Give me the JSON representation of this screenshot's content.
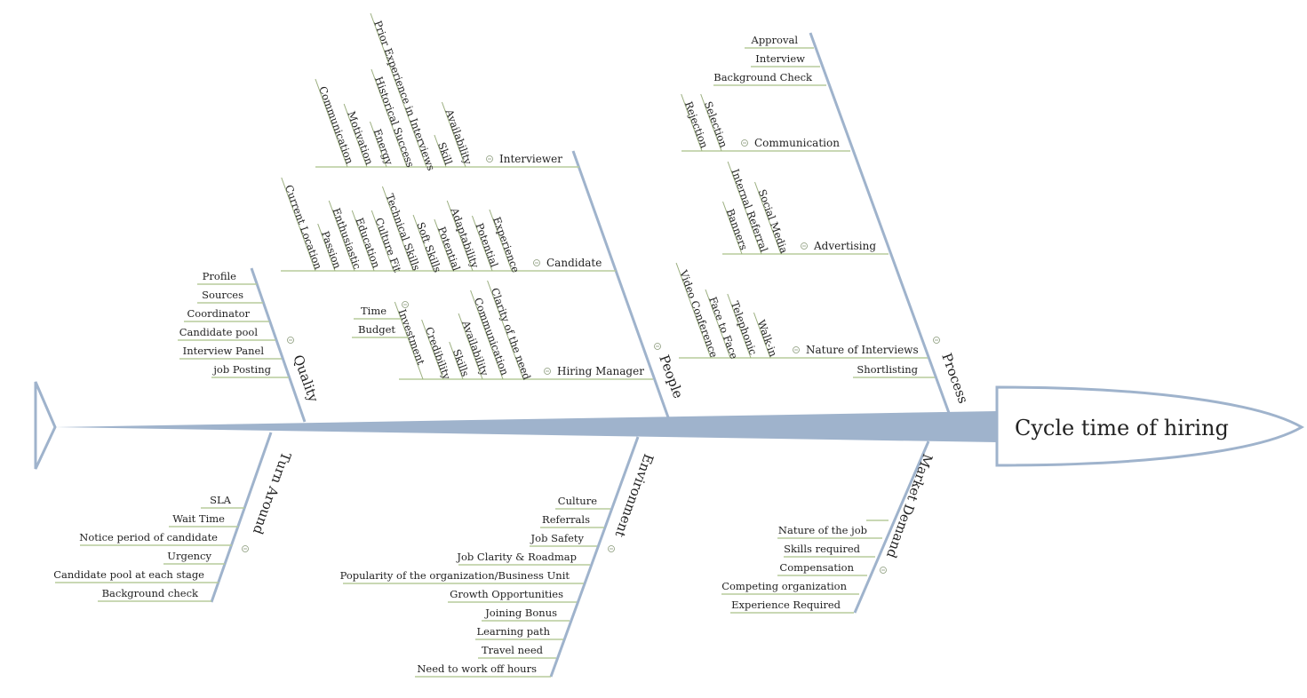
{
  "title": "Cycle time of hiring",
  "colors": {
    "spine": "#9fb3cc",
    "branch": "#b7cb9c",
    "text": "#222222"
  },
  "bones": {
    "people": {
      "label": "People",
      "branches": [
        {
          "label": "Interviewer",
          "items": [
            {
              "label": "Communication"
            },
            {
              "label": "Motivation"
            },
            {
              "label": "Energy"
            },
            {
              "label": "Historical Success"
            },
            {
              "label": "Prior Experience in Interviews"
            },
            {
              "label": "Skill"
            },
            {
              "label": "Availability"
            }
          ]
        },
        {
          "label": "Candidate",
          "items": [
            {
              "label": "Current Location"
            },
            {
              "label": "Passion"
            },
            {
              "label": "Enthusiastic"
            },
            {
              "label": "Education"
            },
            {
              "label": "Culture Fit"
            },
            {
              "label": "Technical Skills"
            },
            {
              "label": "Soft Skills"
            },
            {
              "label": "Potential"
            },
            {
              "label": "Adaptability"
            },
            {
              "label": "Potential"
            },
            {
              "label": "Experience"
            }
          ]
        },
        {
          "label": "Hiring Manager",
          "items": [
            {
              "label": "Investment",
              "items": [
                "Time",
                "Budget"
              ]
            },
            {
              "label": "Credibility"
            },
            {
              "label": "Skills"
            },
            {
              "label": "Availability"
            },
            {
              "label": "Communication"
            },
            {
              "label": "Clarity of the need"
            }
          ]
        }
      ]
    },
    "quality": {
      "label": "Quality",
      "items": [
        "Profile",
        "Sources",
        "Coordinator",
        "Candidate pool",
        "Interview Panel",
        "job Posting"
      ]
    },
    "process": {
      "label": "Process",
      "items": [
        "Approval",
        "Interview",
        "Background Check"
      ],
      "branches": [
        {
          "label": "Communication",
          "items": [
            {
              "label": "Rejection"
            },
            {
              "label": "Selection"
            }
          ]
        },
        {
          "label": "Advertising",
          "items": [
            {
              "label": "Banners"
            },
            {
              "label": "Internal Referral"
            },
            {
              "label": "Social Media"
            }
          ]
        },
        {
          "label": "Nature of Interviews",
          "items": [
            {
              "label": "Video Conference"
            },
            {
              "label": "Face to Face"
            },
            {
              "label": "Telephonic"
            },
            {
              "label": "Walk-in"
            }
          ]
        }
      ],
      "tail_items": [
        "Shortlisting"
      ]
    },
    "turn_around": {
      "label": "Turn Around",
      "items": [
        "SLA",
        "Wait Time",
        "Notice period of candidate",
        "Urgency",
        "Candidate pool at each stage",
        "Background check"
      ]
    },
    "environment": {
      "label": "Environment",
      "items": [
        "Culture",
        "Referrals",
        "Job Safety",
        "Job Clarity & Roadmap",
        "Popularity of the organization/Business Unit",
        "Growth Opportunities",
        "Joining Bonus",
        "Learning path",
        "Travel need",
        "Need to work off hours"
      ]
    },
    "market_demand": {
      "label": "Market Demand",
      "items": [
        "Nature of the job",
        "Skills required",
        "Compensation",
        "Competing organization",
        "Experience Required"
      ]
    }
  }
}
